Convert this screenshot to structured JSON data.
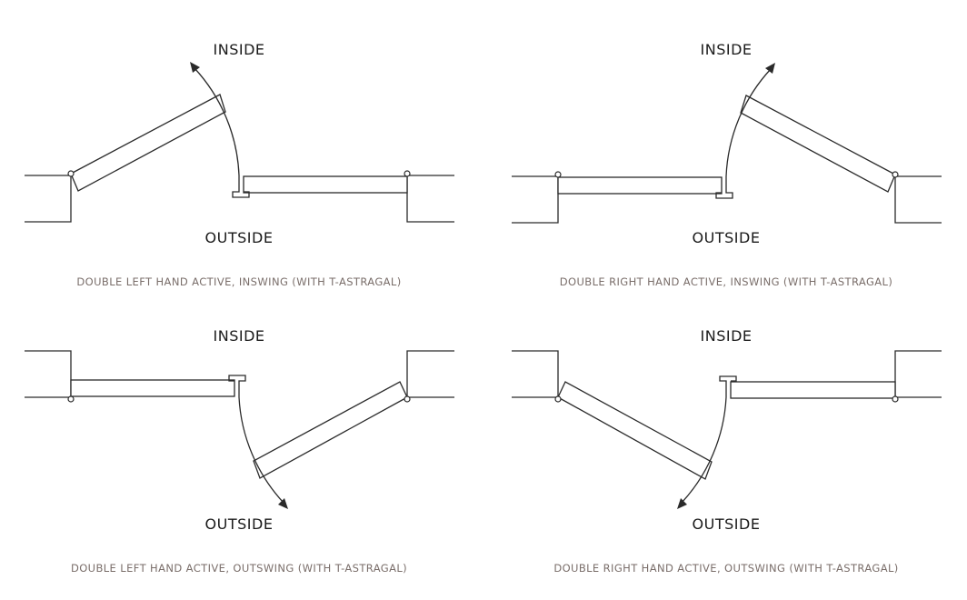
{
  "diagrams": [
    {
      "inside": "INSIDE",
      "outside": "OUTSIDE",
      "caption": "DOUBLE LEFT HAND ACTIVE, INSWING (WITH T-ASTRAGAL)"
    },
    {
      "inside": "INSIDE",
      "outside": "OUTSIDE",
      "caption": "DOUBLE RIGHT HAND ACTIVE, INSWING (WITH T-ASTRAGAL)"
    },
    {
      "inside": "INSIDE",
      "outside": "OUTSIDE",
      "caption": "DOUBLE LEFT HAND ACTIVE, OUTSWING (WITH T-ASTRAGAL)"
    },
    {
      "inside": "INSIDE",
      "outside": "OUTSIDE",
      "caption": "DOUBLE RIGHT HAND ACTIVE, OUTSWING (WITH T-ASTRAGAL)"
    }
  ],
  "colors": {
    "line": "#2a2a2a",
    "caption": "#7a6e6a",
    "label": "#1a1a1a"
  }
}
